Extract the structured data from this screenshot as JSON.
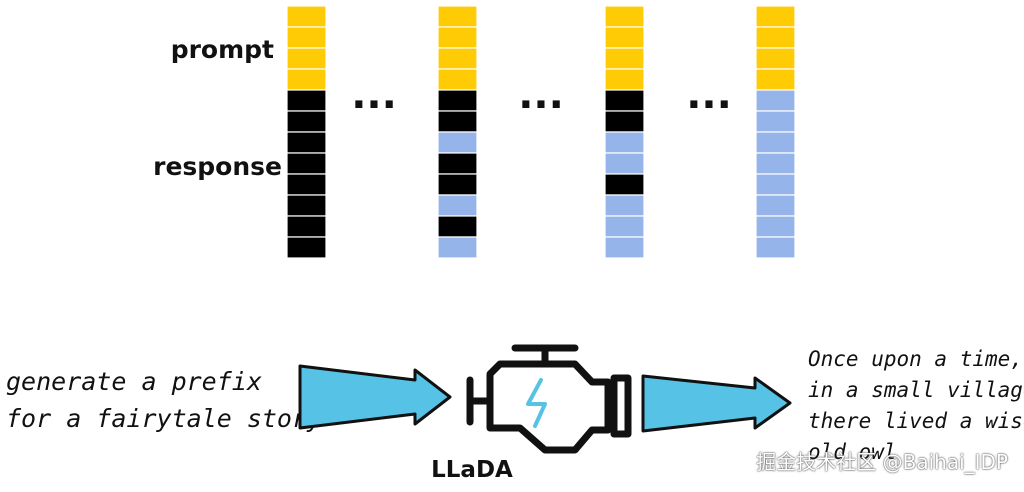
{
  "labels": {
    "prompt": "prompt",
    "response": "response",
    "engine": "LLaDA"
  },
  "ellipses": [
    "...",
    "...",
    "..."
  ],
  "input_text": [
    "generate a prefix",
    "for a fairytale story"
  ],
  "output_text": [
    "Once upon a time,",
    "in a small village,",
    "there lived a wise",
    "old owl"
  ],
  "watermark": "掘金技术社区 @Baihai_IDP",
  "colors": {
    "prompt": "#FFCB05",
    "masked": "#000000",
    "unmasked": "#95B4EA",
    "arrow": "#56C2E6",
    "bolt": "#56C2E6",
    "outline": "#111111"
  },
  "columns": [
    {
      "name": "step-1",
      "cells": [
        "prompt",
        "prompt",
        "prompt",
        "prompt",
        "masked",
        "masked",
        "masked",
        "masked",
        "masked",
        "masked",
        "masked",
        "masked"
      ]
    },
    {
      "name": "step-2",
      "cells": [
        "prompt",
        "prompt",
        "prompt",
        "prompt",
        "masked",
        "masked",
        "unmasked",
        "masked",
        "masked",
        "unmasked",
        "masked",
        "unmasked"
      ]
    },
    {
      "name": "step-3",
      "cells": [
        "prompt",
        "prompt",
        "prompt",
        "prompt",
        "masked",
        "masked",
        "unmasked",
        "unmasked",
        "masked",
        "unmasked",
        "unmasked",
        "unmasked"
      ]
    },
    {
      "name": "step-4",
      "cells": [
        "prompt",
        "prompt",
        "prompt",
        "prompt",
        "unmasked",
        "unmasked",
        "unmasked",
        "unmasked",
        "unmasked",
        "unmasked",
        "unmasked",
        "unmasked"
      ]
    }
  ]
}
